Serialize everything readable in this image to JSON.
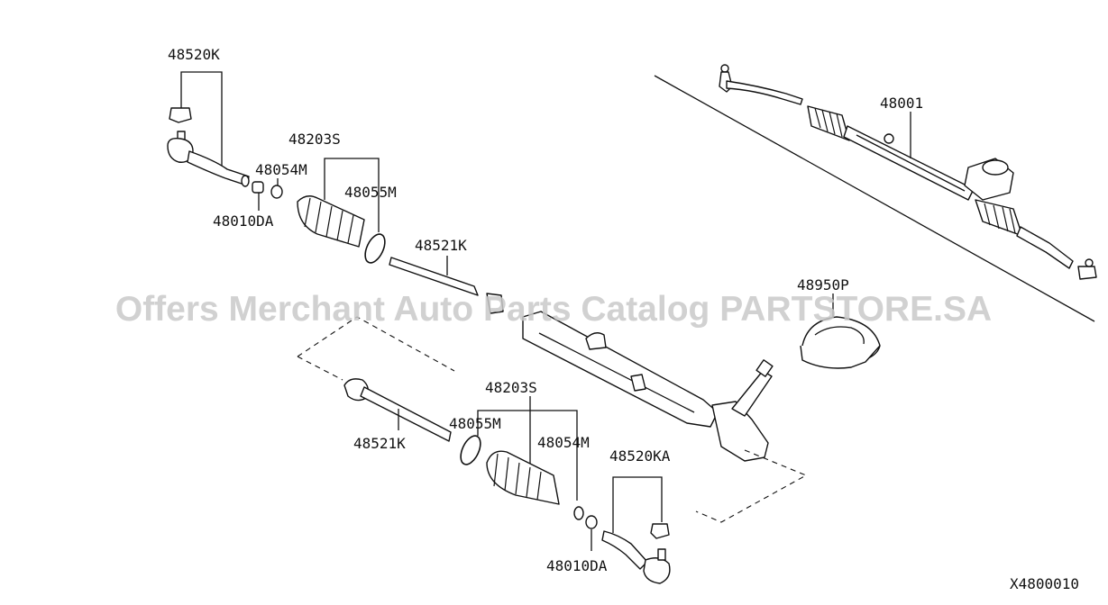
{
  "watermark": "Offers Merchant Auto Parts Catalog PARTSTORE.SA",
  "figure_code": "X4800010",
  "callouts": {
    "tie_rod_end_left": "48520K",
    "boot_upper": "48203S",
    "clamp_small_upper": "48054M",
    "clamp_large_upper": "48055M",
    "nut_upper": "48010DA",
    "inner_rod_upper": "48521K",
    "rack_assembly": "48001",
    "grommet": "48950P",
    "boot_lower": "48203S",
    "clamp_large_lower": "48055M",
    "inner_rod_lower": "48521K",
    "clamp_small_lower": "48054M",
    "tie_rod_end_right": "48520KA",
    "nut_lower": "48010DA"
  }
}
